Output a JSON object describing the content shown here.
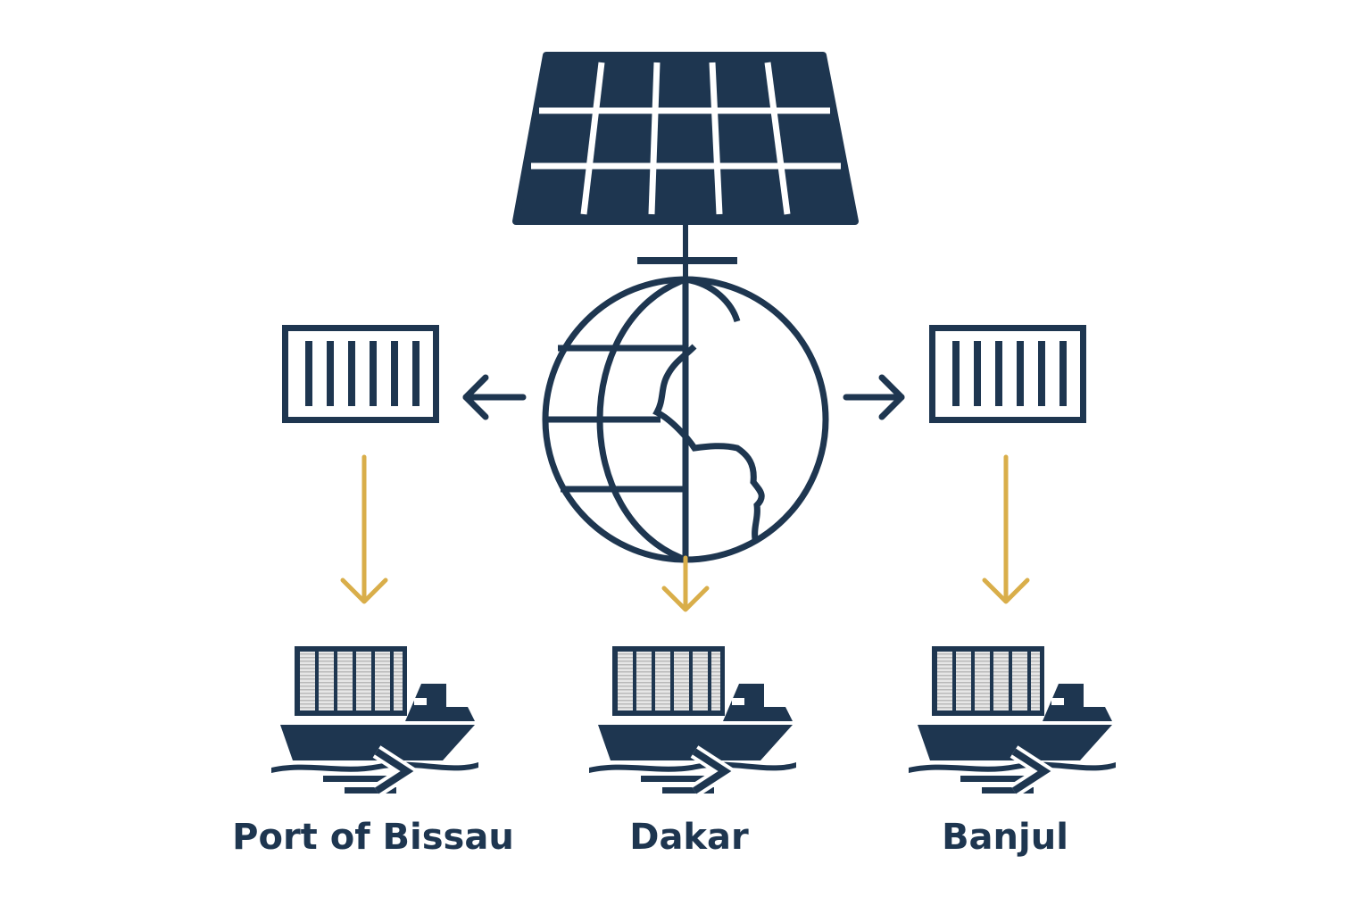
{
  "colors": {
    "navy": "#1e3650",
    "gold": "#d9ae4a",
    "container_fill": "#e6e6e6",
    "background": "#ffffff"
  },
  "diagram": {
    "hub": {
      "solar_panel": "solar-panel-icon",
      "globe": "globe-icon"
    },
    "containers": [
      {
        "icon": "shipping-container-icon",
        "direction": "left"
      },
      {
        "icon": "shipping-container-icon",
        "direction": "right"
      }
    ],
    "ports": [
      {
        "label": "Port of Bissau",
        "icon": "cargo-ship-icon"
      },
      {
        "label": "Dakar",
        "icon": "cargo-ship-icon"
      },
      {
        "label": "Banjul",
        "icon": "cargo-ship-icon"
      }
    ]
  }
}
